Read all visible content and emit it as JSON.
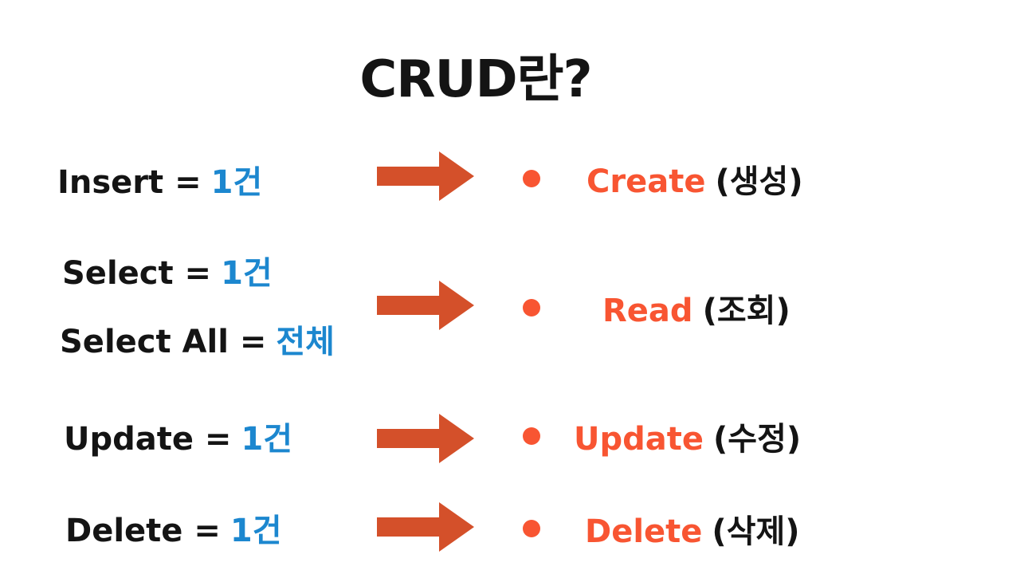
{
  "page": {
    "title": "CRUD란?"
  },
  "colors": {
    "ink": "#141414",
    "blue": "#1C87CF",
    "orange": "#F85532",
    "arrow": "#D4502A",
    "background": "#FFFFFF"
  },
  "left_items": [
    {
      "label": "Insert =",
      "value": "1건"
    },
    {
      "label": "Select =",
      "value": "1건"
    },
    {
      "label": "Select All =",
      "value": "전체"
    },
    {
      "label": "Update =",
      "value": "1건"
    },
    {
      "label": "Delete =",
      "value": "1건"
    }
  ],
  "right_items": [
    {
      "term": "Create",
      "translation": "(생성)"
    },
    {
      "term": "Read",
      "translation": "(조회)"
    },
    {
      "term": "Update",
      "translation": "(수정)"
    },
    {
      "term": "Delete",
      "translation": "(삭제)"
    }
  ]
}
